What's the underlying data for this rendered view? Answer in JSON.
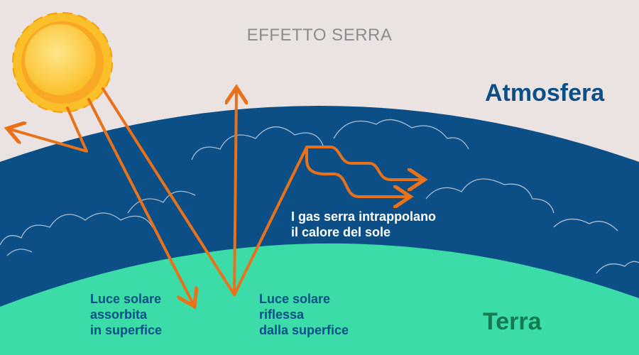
{
  "title": "EFFETTO SERRA",
  "atmosphere_label": "Atmosfera",
  "earth_label": "Terra",
  "greenhouse_text": [
    "I gas serra intrappolano",
    "il calore del sole"
  ],
  "absorbed_text": [
    "Luce solare",
    "assorbita",
    "in superfice"
  ],
  "reflected_text": [
    "Luce solare",
    "riflessa",
    "dalla superfice"
  ],
  "colors": {
    "background": "#ebe3e1",
    "atmosphere": "#0b4f86",
    "earth": "#3cdca8",
    "arrow": "#e8711a",
    "sun": "#fbbf2a",
    "blue_text": "#0b4f86",
    "green_text": "#157a4f"
  }
}
